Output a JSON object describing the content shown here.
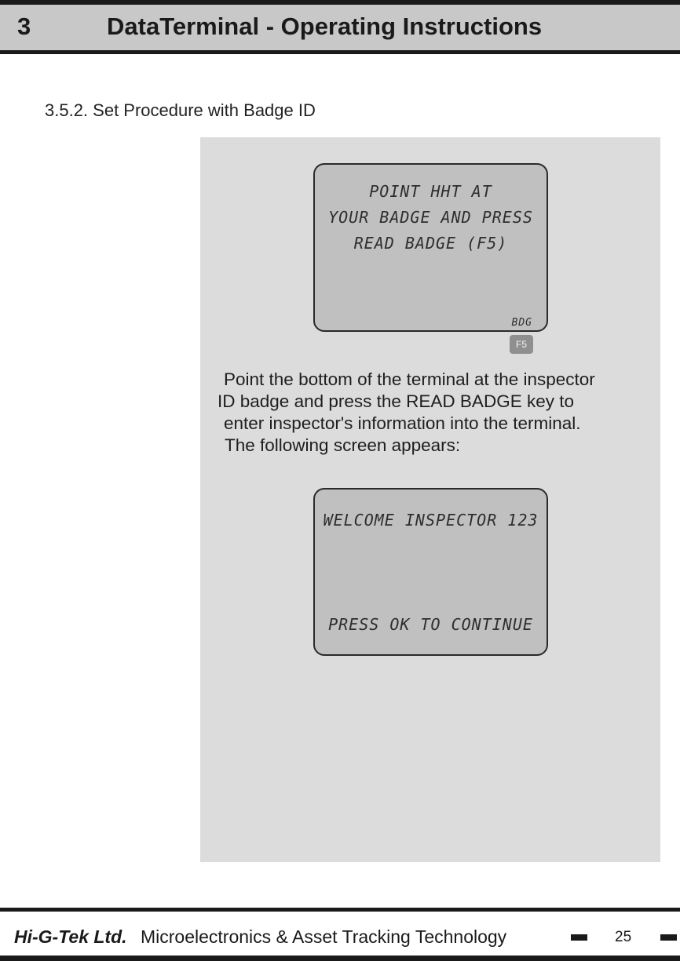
{
  "header": {
    "chapter": "3",
    "title": "DataTerminal - Operating Instructions"
  },
  "section": {
    "heading": "3.5.2. Set Procedure with Badge ID"
  },
  "screen1": {
    "lines": [
      "POINT HHT AT",
      "YOUR BADGE AND PRESS",
      "READ BADGE (F5)"
    ],
    "softkey": "BDG"
  },
  "key": {
    "label": "F5"
  },
  "instruction": {
    "lines": [
      "Point the bottom of the terminal at the inspector",
      "ID badge and press the READ BADGE key to",
      "enter inspector's information into the terminal.",
      "The following screen appears:"
    ]
  },
  "screen2": {
    "line1": "WELCOME INSPECTOR 123",
    "line2": "PRESS OK TO CONTINUE"
  },
  "footer": {
    "company": "Hi-G-Tek Ltd.",
    "tagline": "Microelectronics & Asset Tracking Technology",
    "page": "25"
  }
}
